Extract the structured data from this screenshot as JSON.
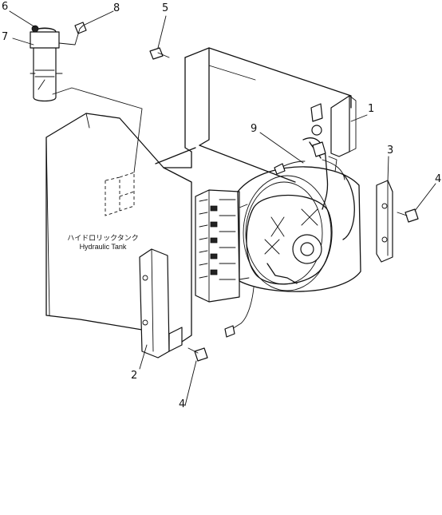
{
  "figure": {
    "tank_label_jp": "ハイドロリックタンク",
    "tank_label_en": "Hydraulic Tank"
  },
  "callouts": [
    {
      "id": "c1",
      "text": "1"
    },
    {
      "id": "c2",
      "text": "2"
    },
    {
      "id": "c3",
      "text": "3"
    },
    {
      "id": "c4a",
      "text": "4"
    },
    {
      "id": "c4b",
      "text": "4"
    },
    {
      "id": "c5",
      "text": "5"
    },
    {
      "id": "c6",
      "text": "6"
    },
    {
      "id": "c7",
      "text": "7"
    },
    {
      "id": "c8",
      "text": "8"
    },
    {
      "id": "c9",
      "text": "9"
    }
  ]
}
